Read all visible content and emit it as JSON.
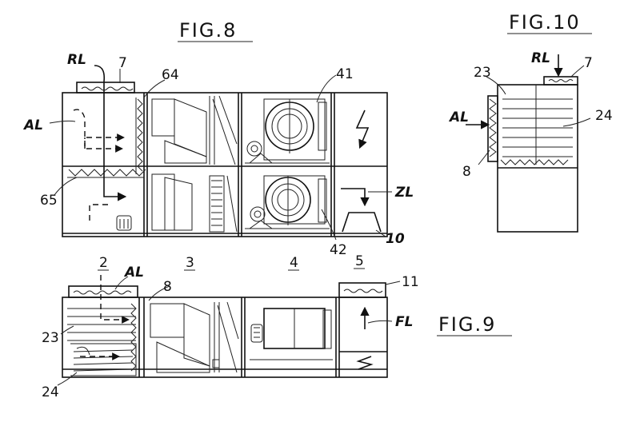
{
  "figures": {
    "fig8": {
      "title": "FIG.8",
      "labels": {
        "rl": "RL",
        "n7": "7",
        "n64": "64",
        "n41": "41",
        "al": "AL",
        "n65": "65",
        "zl": "ZL",
        "n42": "42",
        "n10": "10"
      }
    },
    "fig10": {
      "title": "FIG.10",
      "labels": {
        "rl": "RL",
        "n7": "7",
        "n23": "23",
        "al": "AL",
        "n24": "24",
        "n8": "8"
      }
    },
    "fig9": {
      "title": "FIG.9",
      "labels": {
        "n2": "2",
        "al": "AL",
        "n8": "8",
        "n3": "3",
        "n4": "4",
        "n5": "5",
        "n11": "11",
        "n23": "23",
        "fl": "FL",
        "n24": "24"
      }
    }
  }
}
